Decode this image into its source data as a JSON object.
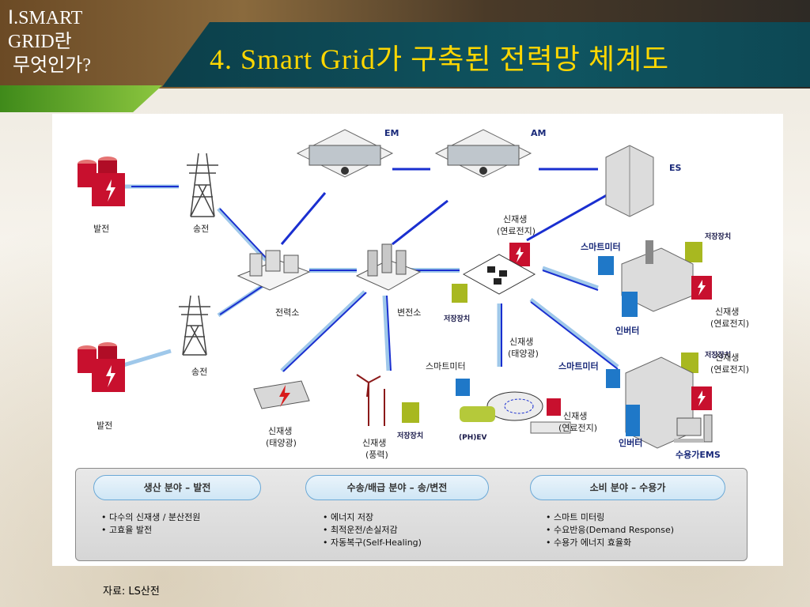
{
  "header": {
    "section_lines": [
      "Ⅰ.SMART",
      "GRID란",
      "무엇인가?"
    ],
    "title": "4. Smart Grid가 구축된 전력망 체계도"
  },
  "diagram": {
    "labels": {
      "gen1": "발전",
      "trans1": "송전",
      "gen2": "발전",
      "trans2": "송전",
      "power_station": "전력소",
      "substation": "변전소",
      "em": "EM",
      "am": "AM",
      "es": "ES",
      "renew_fuel_top_1": "신재생",
      "renew_fuel_top_2": "(연료전지)",
      "storage_left": "저장장치",
      "smartmeter_top": "스마트미터",
      "storage_top": "저장장치",
      "renew_fuel_right_1": "신재생",
      "renew_fuel_right_2": "(연료전지)",
      "inverter_top": "인버터",
      "renew_solar_mid_1": "신재생",
      "renew_solar_mid_2": "(태양광)",
      "smartmeter_mid": "스마트미터",
      "smartmeter_right": "스마트미터",
      "storage_right": "저장장치",
      "renew_fuel_br_1": "신재생",
      "renew_fuel_br_2": "(연료전지)",
      "renew_fuel_ev_1": "신재생",
      "renew_fuel_ev_2": "(연료전지)",
      "phev": "(PH)EV",
      "inverter_bottom": "인버터",
      "consumer_ems": "수용가EMS",
      "renew_solar_bl_1": "신재생",
      "renew_solar_bl_2": "(태양광)",
      "renew_wind_1": "신재생",
      "renew_wind_2": "(풍력)",
      "storage_wind": "저장장치"
    }
  },
  "legend": {
    "columns": [
      {
        "title": "생산 분야 – 발전",
        "items": [
          "다수의 신재생 / 분산전원",
          "고효율 발전"
        ]
      },
      {
        "title": "수송/배급 분야 – 송/변전",
        "items": [
          "에너지 저장",
          "최적운전/손실저감",
          "자동복구(Self-Healing)"
        ]
      },
      {
        "title": "소비 분야 – 수용가",
        "items": [
          "스마트 미터링",
          "수요반응(Demand Response)",
          "수용가 에너지 효율화"
        ]
      }
    ]
  },
  "source": "자료: LS산전",
  "colors": {
    "title_text": "#ffd700",
    "title_bar": "#0f5561",
    "line_primary": "#1a2fd0",
    "line_secondary": "#9fc8ea",
    "generator_red": "#c8102e",
    "storage_green": "#a8b820"
  }
}
